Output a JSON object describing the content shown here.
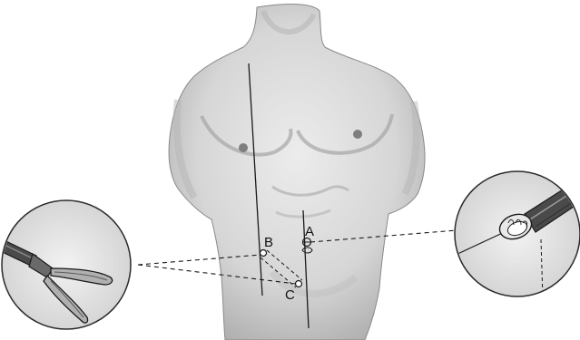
{
  "labels": {
    "a": "A",
    "b": "B",
    "c": "C"
  },
  "colors": {
    "background": "#ffffff",
    "body_fill": "#dcdcdc",
    "body_shadow": "#9e9e9e",
    "outline": "#1a1a1a",
    "instrument_dark": "#4a4a4a",
    "instrument_light": "#b0b0b0"
  },
  "icons": {
    "left_inset": "grasper-forceps-icon",
    "right_inset": "trocar-port-icon"
  }
}
